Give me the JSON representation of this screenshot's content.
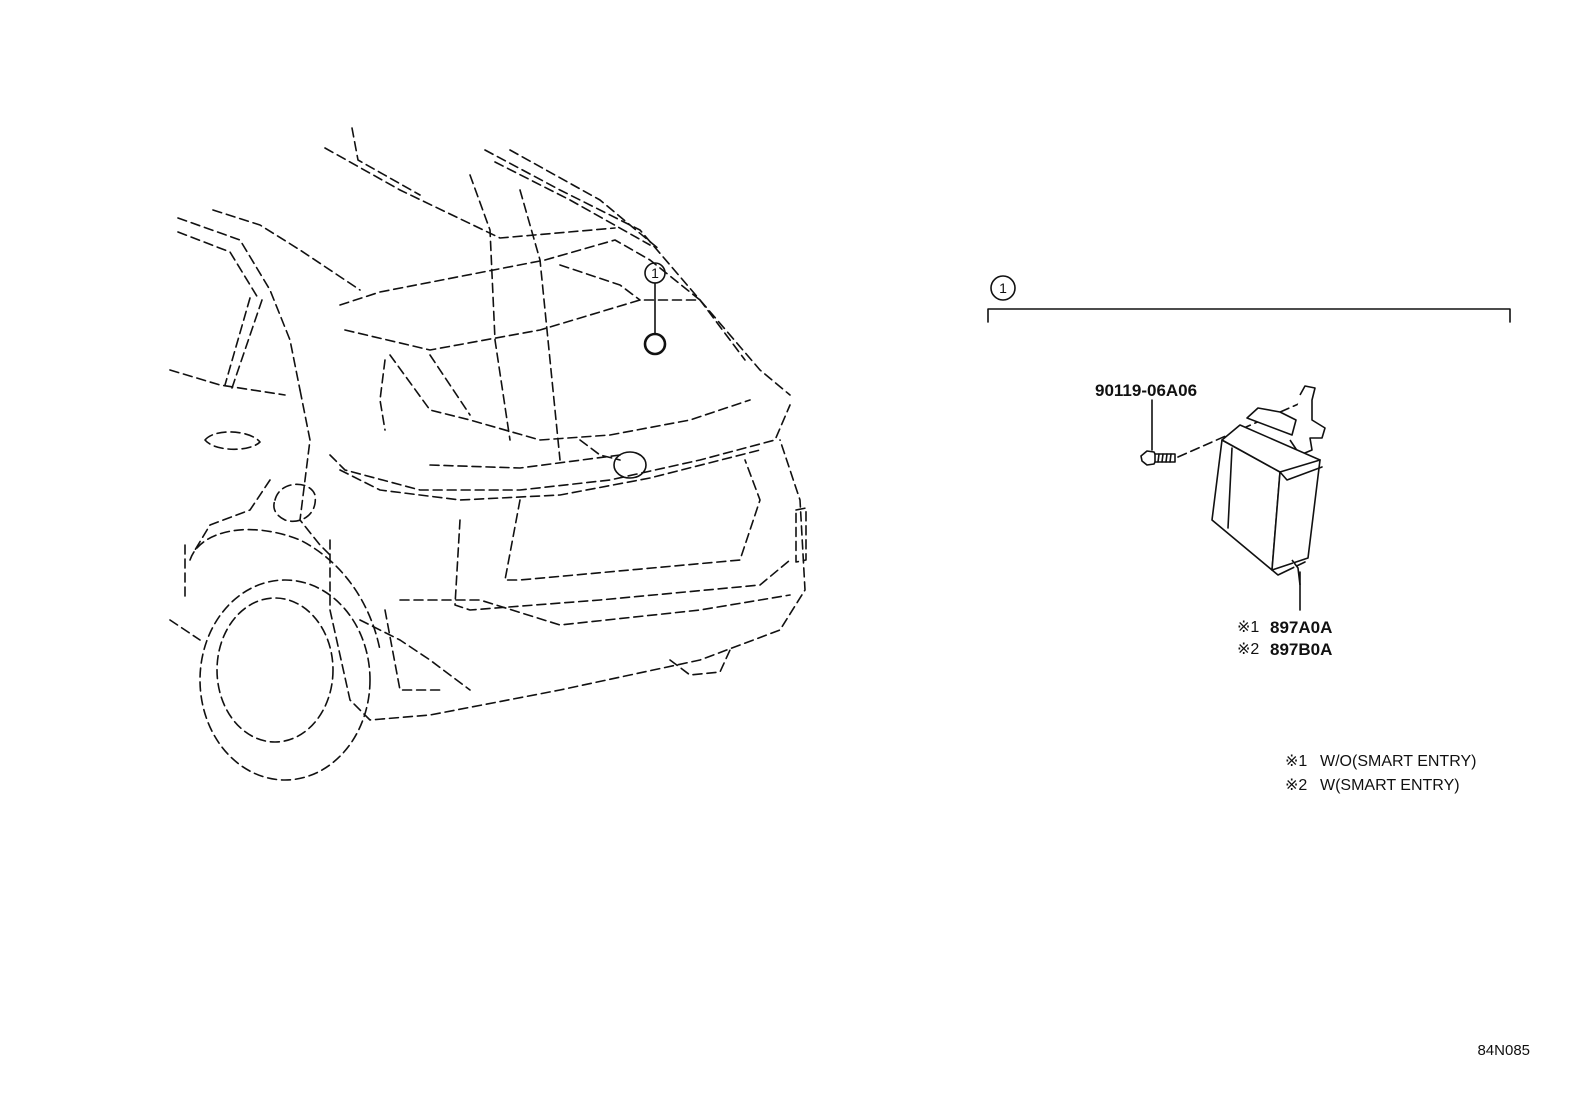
{
  "diagram": {
    "callout_ref": "1",
    "group_ref": "1",
    "parts": {
      "bolt": {
        "number": "90119-06A06",
        "icon": "bolt-icon"
      },
      "receiver": {
        "icon": "door-control-receiver-icon",
        "variants": [
          {
            "marker": "※1",
            "number": "897A0A"
          },
          {
            "marker": "※2",
            "number": "897B0A"
          }
        ]
      }
    },
    "notes": [
      {
        "marker": "※1",
        "text": "W/O(SMART ENTRY)"
      },
      {
        "marker": "※2",
        "text": "W(SMART ENTRY)"
      }
    ],
    "diagram_code": "84N085"
  }
}
